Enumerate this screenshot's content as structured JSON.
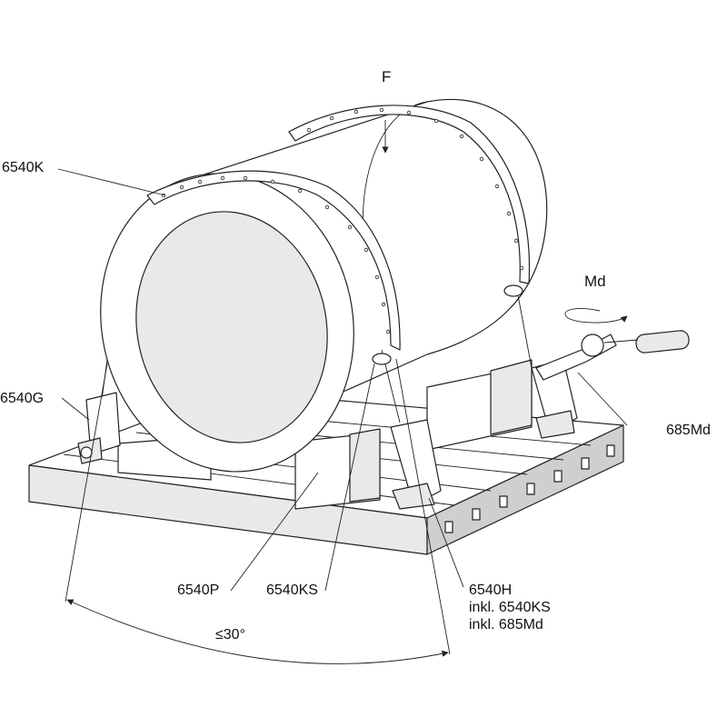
{
  "labels": {
    "force": "F",
    "torque": "Md",
    "lashing_belt": "6540K",
    "base_clamp": "6540G",
    "torque_wrench": "685Md",
    "support_block": "6540P",
    "tensioner": "6540KS",
    "assembly_lines": [
      "6540H",
      "inkl. 6540KS",
      "inkl. 685Md"
    ],
    "angle": "≤30°"
  }
}
